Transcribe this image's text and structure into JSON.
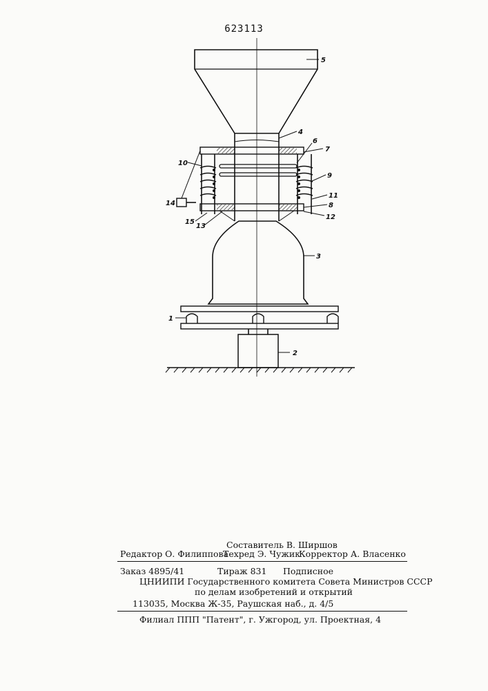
{
  "patent_number": "623113",
  "figure": {
    "labels": [
      "1",
      "2",
      "3",
      "4",
      "5",
      "6",
      "7",
      "8",
      "9",
      "10",
      "11",
      "12",
      "13",
      "14",
      "15"
    ]
  },
  "imprint": {
    "compiler": "Составитель В. Ширшов",
    "editor": "Редактор О. Филиппова",
    "techred": "Техред Э. Чужик",
    "corrector": "Корректор А. Власенко",
    "order": "Заказ 4895/41",
    "circulation": "Тираж 831",
    "subscription": "Подписное",
    "org_line1": "ЦНИИПИ Государственного комитета Совета Министров СССР",
    "org_line2": "по делам изобретений и открытий",
    "address": "113035, Москва Ж-35, Раушская наб., д. 4/5",
    "branch": "Филиал ППП \"Патент\", г. Ужгород, ул. Проектная, 4"
  }
}
